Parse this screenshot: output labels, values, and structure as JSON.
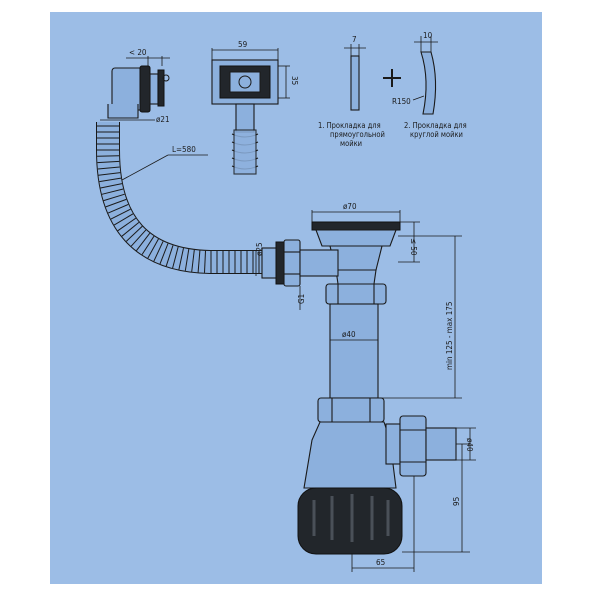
{
  "dimensions": {
    "trap_width": "< 20",
    "gasket_frame_width": "59",
    "gasket_frame_height": "35",
    "gasket1_thickness": "7",
    "gasket2_thickness": "10",
    "gasket2_radius": "R150",
    "overflow_outlet_dia": "ø21",
    "hose_length": "L=580",
    "strainer_dia": "ø70",
    "top_height": "≤ 50",
    "side_inlet_dia": "ø25",
    "thread_label": "G1",
    "tube_dia": "ø40",
    "height_range": "min 125 - max 175",
    "outlet_dia": "ø40",
    "outlet_height": "95",
    "outlet_offset": "65"
  },
  "notes": {
    "note1_line1": "1. Прокладка для",
    "note1_line2": "прямоугольной",
    "note1_line3": "мойки",
    "note2_line1": "2. Прокладка для",
    "note2_line2": "круглой мойки"
  },
  "colors": {
    "background": "#9cbde6",
    "ink": "#1a1a1a",
    "rubber": "#22262b"
  }
}
